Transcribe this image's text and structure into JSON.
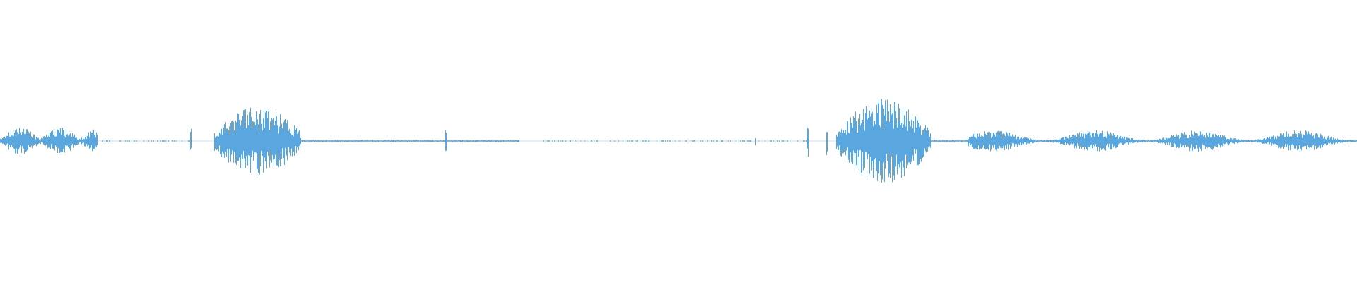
{
  "waveform": {
    "color": "#5aa7e0",
    "background": "#ffffff",
    "segments": [
      {
        "start": 0.0,
        "end": 0.072,
        "level": 0.2,
        "kind": "bursts"
      },
      {
        "start": 0.072,
        "end": 0.14,
        "level": 0.01,
        "kind": "sparse"
      },
      {
        "start": 0.14,
        "end": 0.141,
        "level": 0.25,
        "kind": "spike"
      },
      {
        "start": 0.158,
        "end": 0.222,
        "level": 0.45,
        "kind": "dense"
      },
      {
        "start": 0.222,
        "end": 0.383,
        "level": 0.02,
        "kind": "quiet"
      },
      {
        "start": 0.328,
        "end": 0.329,
        "level": 0.22,
        "kind": "spike"
      },
      {
        "start": 0.4,
        "end": 0.595,
        "level": 0.01,
        "kind": "sparse"
      },
      {
        "start": 0.556,
        "end": 0.557,
        "level": 0.1,
        "kind": "spike"
      },
      {
        "start": 0.595,
        "end": 0.596,
        "level": 0.4,
        "kind": "spike"
      },
      {
        "start": 0.609,
        "end": 0.61,
        "level": 0.3,
        "kind": "spike"
      },
      {
        "start": 0.616,
        "end": 0.686,
        "level": 0.55,
        "kind": "dense"
      },
      {
        "start": 0.686,
        "end": 0.713,
        "level": 0.02,
        "kind": "quiet"
      },
      {
        "start": 0.713,
        "end": 1.0,
        "level": 0.2,
        "kind": "steady"
      }
    ]
  }
}
